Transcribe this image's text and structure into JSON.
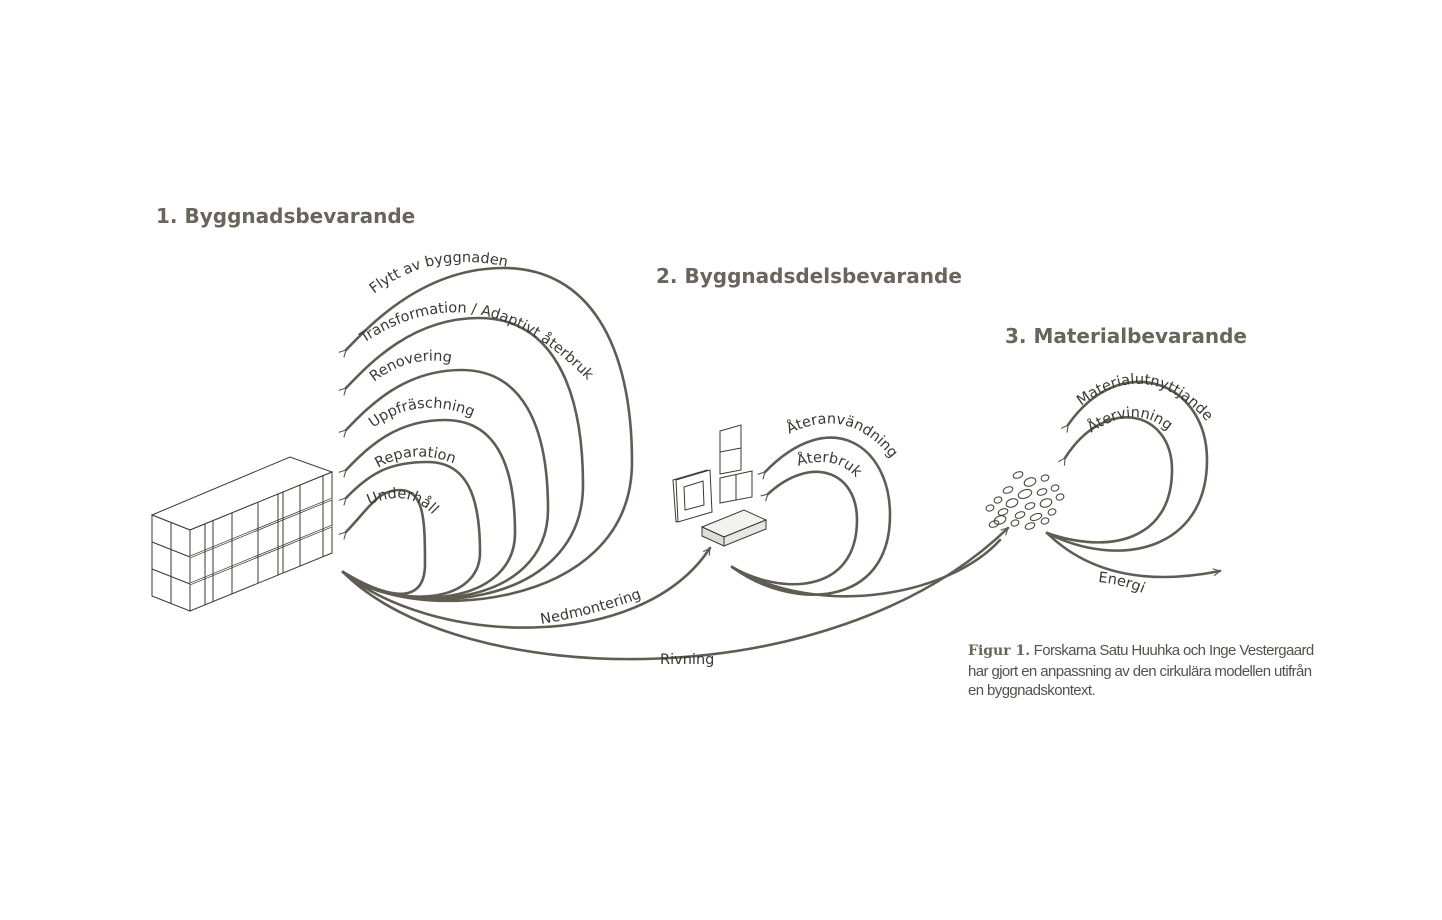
{
  "headings": {
    "section1": "1. Byggnadsbevarande",
    "section2": "2. Byggnadsdelsbevarande",
    "section3": "3. Materialbevarande"
  },
  "loops": {
    "flytt": "Flytt av byggnaden",
    "transformation": "Transformation / Adaptivt återbruk",
    "renovering": "Renovering",
    "uppfraschning": "Uppfräschning",
    "reparation": "Reparation",
    "underhall": "Underhåll",
    "nedmontering": "Nedmontering",
    "rivning": "Rivning",
    "ateranvandning": "Återanvändning",
    "aterbruk": "Återbruk",
    "materialutnyttjande": "Materialutnyttjande",
    "atervinning": "Återvinning",
    "energi": "Energi"
  },
  "caption": {
    "label": "Figur 1.",
    "text": " Forskarna Satu Huuhka och Inge Vestergaard har gjort en anpassning av den cirkulära modellen utifrån en byggnadskontext."
  },
  "colors": {
    "stroke": "#5f5c52",
    "heading": "#69655a"
  }
}
